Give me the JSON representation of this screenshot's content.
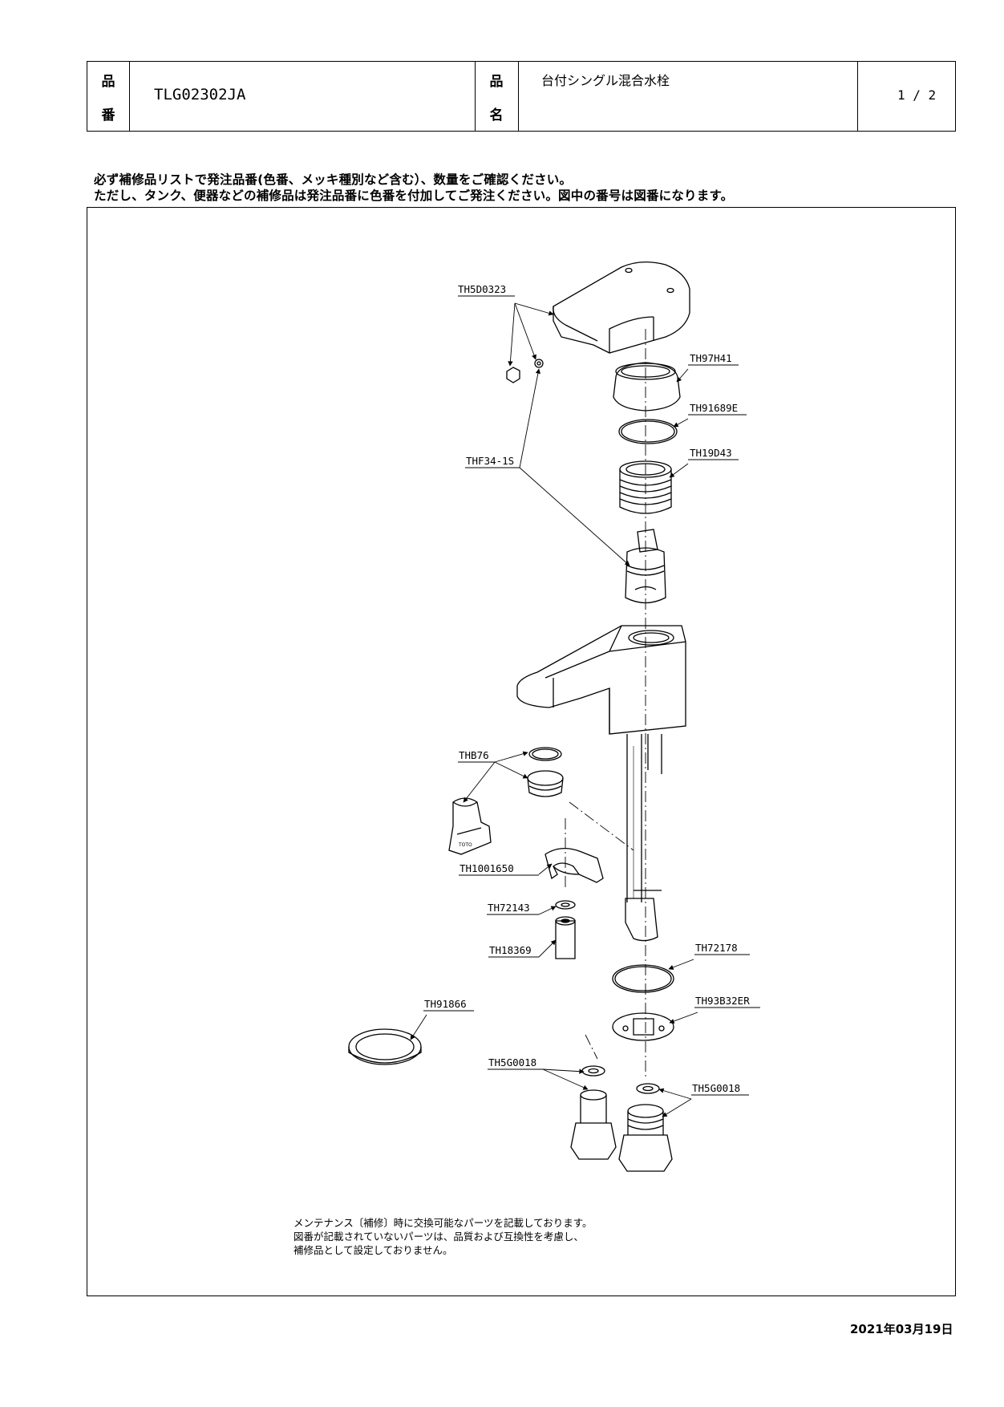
{
  "header": {
    "part_no_label_top": "品",
    "part_no_label_bottom": "番",
    "part_no": "TLG02302JA",
    "name_label_top": "品",
    "name_label_bottom": "名",
    "name": "台付シングル混合水栓",
    "page": "1 / 2"
  },
  "notice": {
    "line1": "必ず補修品リストで発注品番(色番、メッキ種別など含む）、数量をご確認ください。",
    "line2": "ただし、タンク、便器などの補修品は発注品番に色番を付加してご発注ください。図中の番号は図番になります。"
  },
  "parts": {
    "th5d0323": "TH5D0323",
    "th97h41": "TH97H41",
    "th91689e": "TH91689E",
    "th19d43": "TH19D43",
    "thf34_1s": "THF34-1S",
    "thb76": "THB76",
    "th1001650": "TH1001650",
    "th72143": "TH72143",
    "th18369": "TH18369",
    "th72178": "TH72178",
    "th93b32er": "TH93B32ER",
    "th91866": "TH91866",
    "th5g0018_a": "TH5G0018",
    "th5g0018_b": "TH5G0018"
  },
  "footnote": {
    "line1": "メンテナンス〔補修〕時に交換可能なパーツを記載しております。",
    "line2": "図番が記載されていないパーツは、品質および互換性を考慮し、",
    "line3": "補修品として設定しておりません。"
  },
  "date": "2021年03月19日"
}
